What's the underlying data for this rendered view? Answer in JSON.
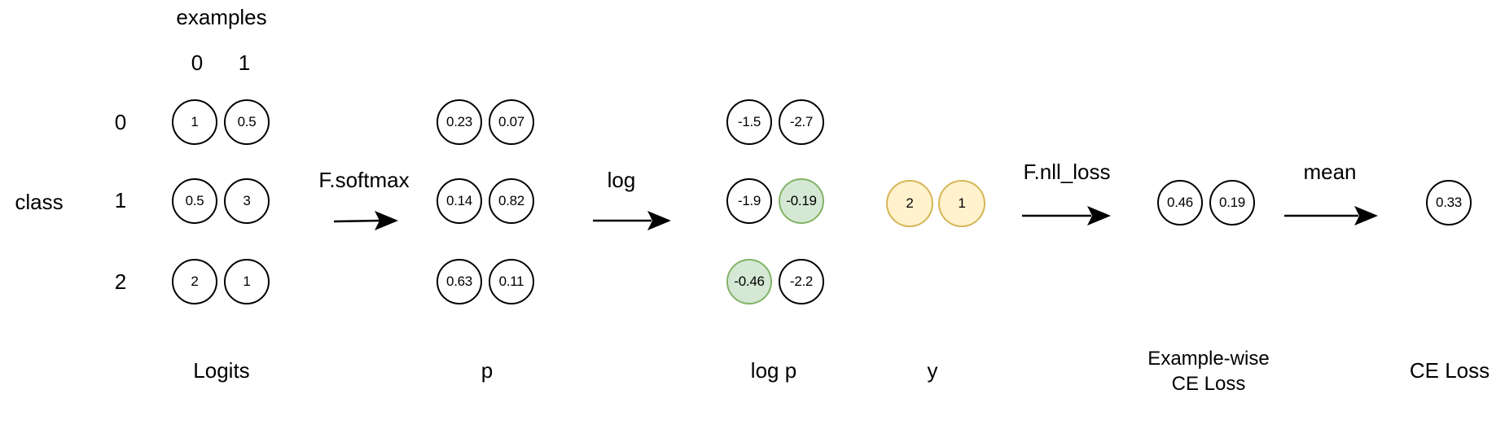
{
  "axis_labels": {
    "examples": "examples",
    "class": "class",
    "example_indices": [
      "0",
      "1"
    ],
    "class_indices": [
      "0",
      "1",
      "2"
    ]
  },
  "logits": {
    "caption": "Logits",
    "values": [
      [
        "1",
        "0.5"
      ],
      [
        "0.5",
        "3"
      ],
      [
        "2",
        "1"
      ]
    ]
  },
  "p": {
    "caption": "p",
    "values": [
      [
        "0.23",
        "0.07"
      ],
      [
        "0.14",
        "0.82"
      ],
      [
        "0.63",
        "0.11"
      ]
    ]
  },
  "log_p": {
    "caption": "log p",
    "values": [
      [
        "-1.5",
        "-2.7"
      ],
      [
        "-1.9",
        "-0.19"
      ],
      [
        "-0.46",
        "-2.2"
      ]
    ],
    "highlighted": [
      [
        1,
        1
      ],
      [
        2,
        0
      ]
    ]
  },
  "y": {
    "caption": "y",
    "values": [
      "2",
      "1"
    ]
  },
  "example_wise_loss": {
    "caption": "Example-wise\nCE Loss",
    "values": [
      "0.46",
      "0.19"
    ]
  },
  "ce_loss": {
    "caption": "CE Loss",
    "value": "0.33"
  },
  "operations": {
    "softmax": "F.softmax",
    "log": "log",
    "nll_loss": "F.nll_loss",
    "mean": "mean"
  },
  "colors": {
    "highlight_fill": "#d5e8d4",
    "highlight_stroke": "#82b366",
    "target_fill": "#fff2cc",
    "target_stroke": "#d6b656"
  }
}
